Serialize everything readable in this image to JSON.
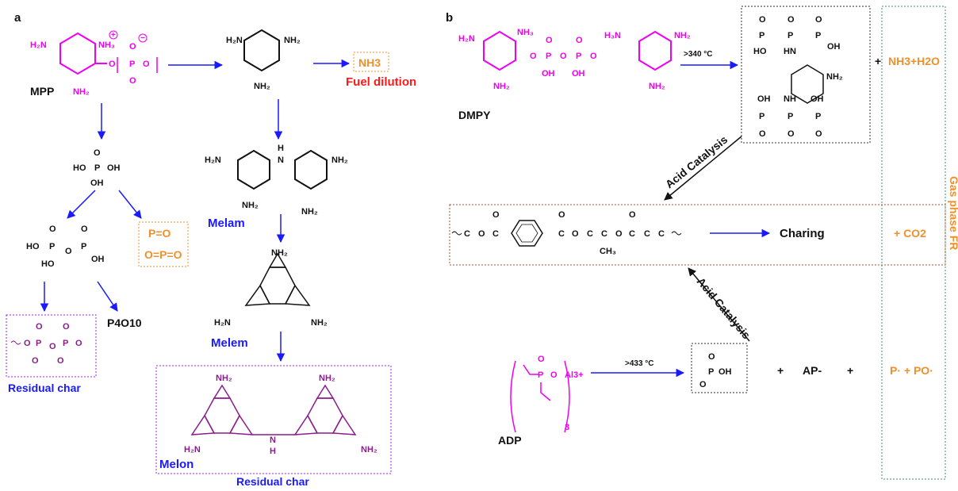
{
  "colors": {
    "black": "#111111",
    "magenta": "#f000f0",
    "purple": "#8a1d8a",
    "blue": "#1a1aff",
    "red": "#ff1a1a",
    "orange": "#f0902a",
    "char_box": "#a0522d",
    "gas_box": "#3c8c6c"
  },
  "panel_a": {
    "label": "a",
    "mpp_label": "MPP",
    "nh3": "NH3",
    "fuel_dilution": "Fuel dilution",
    "melam": "Melam",
    "melem": "Melem",
    "melon": "Melon",
    "residual_char_left": "Residual char",
    "residual_char_bottom": "Residual char",
    "p4o10": "P4O10",
    "po_radical": "P=O",
    "po2_radical": "O=P=O"
  },
  "panel_b": {
    "label": "b",
    "dmpy_label": "DMPY",
    "temp1": ">340 °C",
    "plus1": "+",
    "nh3_h2o": "NH3+H2O",
    "acid_catalysis_1": "Acid Catalysis",
    "acid_catalysis_2": "Acid Catalysis",
    "charing": "Charing",
    "co2": "+ CO2",
    "gas_phase": "Gas phase FR",
    "adp_label": "ADP",
    "al": "Al3+",
    "temp2": ">433 °C",
    "plus2": "+",
    "ap": "AP-",
    "plus3": "+",
    "p_po": "P· + PO·"
  }
}
